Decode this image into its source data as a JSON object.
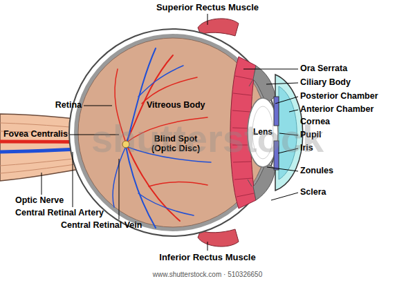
{
  "diagram": {
    "labels": [
      "Superior Rectus Muscle",
      "Ora Serrata",
      "Ciliary Body",
      "Posterior Chamber",
      "Anterior Chamber",
      "Cornea",
      "Pupil",
      "Iris",
      "Zonules",
      "Sclera",
      "Retina",
      "Fovea Centralis",
      "Vitreous Body",
      "Blind Spot (Optic Disc)",
      "Lens",
      "Optic Nerve",
      "Central Retinal Artery",
      "Central Retinal Vein",
      "Inferior Rectus Muscle",
      "shutterstock",
      "www.shutterstock.com · 510326650"
    ]
  }
}
